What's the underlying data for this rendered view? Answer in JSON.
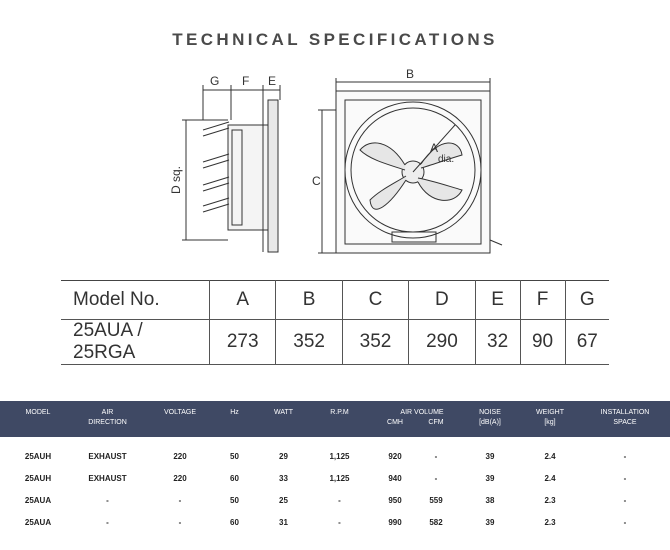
{
  "title": "TECHNICAL SPECIFICATIONS",
  "drawing": {
    "labels": {
      "g": "G",
      "f": "F",
      "e": "E",
      "b": "B",
      "d": "D sq.",
      "c": "C",
      "a": "A",
      "dia": "dia."
    }
  },
  "dimensions": {
    "headers": [
      "Model No.",
      "A",
      "B",
      "C",
      "D",
      "E",
      "F",
      "G"
    ],
    "rows": [
      [
        "25AUA / 25RGA",
        "273",
        "352",
        "352",
        "290",
        "32",
        "90",
        "67"
      ]
    ]
  },
  "specs": {
    "headers": {
      "model": "MODEL",
      "air_direction": [
        "AIR",
        "DIRECTION"
      ],
      "voltage": "VOLTAGE",
      "hz": "Hz",
      "watt": "WATT",
      "rpm": "R.P.M",
      "air_volume": "AIR VOLUME",
      "cmh": "CMH",
      "cfm": "CFM",
      "noise": [
        "NOISE",
        "[dB(A)]"
      ],
      "weight": [
        "WEIGHT",
        "[kg]"
      ],
      "installation": [
        "INSTALLATION",
        "SPACE"
      ]
    },
    "rows": [
      {
        "model": "25AUH",
        "air_direction": "EXHAUST",
        "voltage": "220",
        "hz": "50",
        "watt": "29",
        "rpm": "1,125",
        "cmh": "920",
        "cfm": "-",
        "noise": "39",
        "weight": "2.4",
        "installation": "-"
      },
      {
        "model": "25AUH",
        "air_direction": "EXHAUST",
        "voltage": "220",
        "hz": "60",
        "watt": "33",
        "rpm": "1,125",
        "cmh": "940",
        "cfm": "-",
        "noise": "39",
        "weight": "2.4",
        "installation": "-"
      },
      {
        "model": "25AUA",
        "air_direction": "-",
        "voltage": "-",
        "hz": "50",
        "watt": "25",
        "rpm": "-",
        "cmh": "950",
        "cfm": "559",
        "noise": "38",
        "weight": "2.3",
        "installation": "-"
      },
      {
        "model": "25AUA",
        "air_direction": "-",
        "voltage": "-",
        "hz": "60",
        "watt": "31",
        "rpm": "-",
        "cmh": "990",
        "cfm": "582",
        "noise": "39",
        "weight": "2.3",
        "installation": "-"
      }
    ]
  },
  "colors": {
    "header_bg": "#3f4964",
    "header_text": "#ffffff",
    "text": "#333333"
  }
}
